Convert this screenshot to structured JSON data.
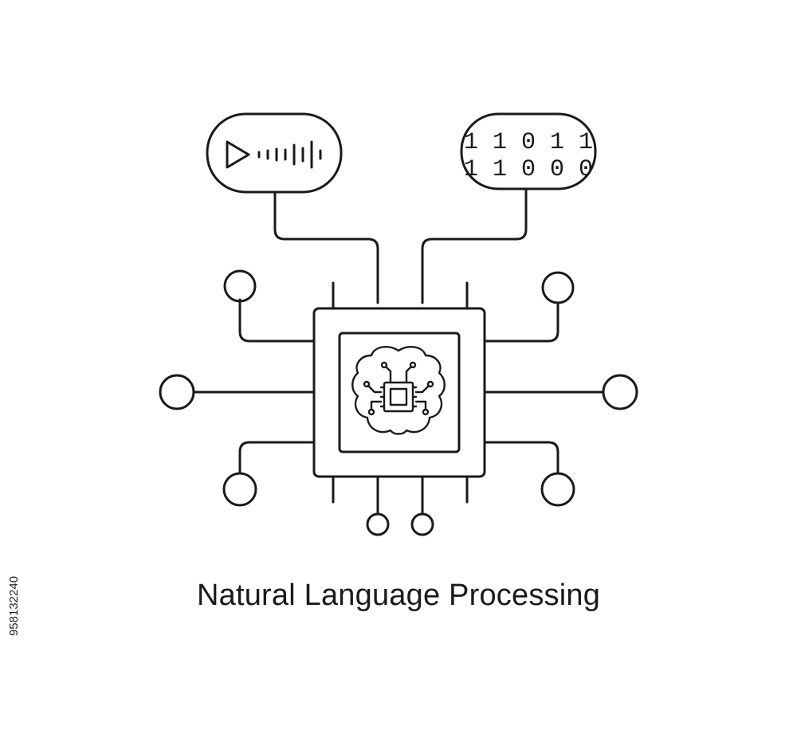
{
  "caption": "Natural Language Processing",
  "side_id": "958132240",
  "binary_bubble": {
    "row1": "1 1 0 1 1",
    "row2": "1 1 0 0 0"
  },
  "colors": {
    "line": "#1a1a1a",
    "background": "#ffffff"
  }
}
